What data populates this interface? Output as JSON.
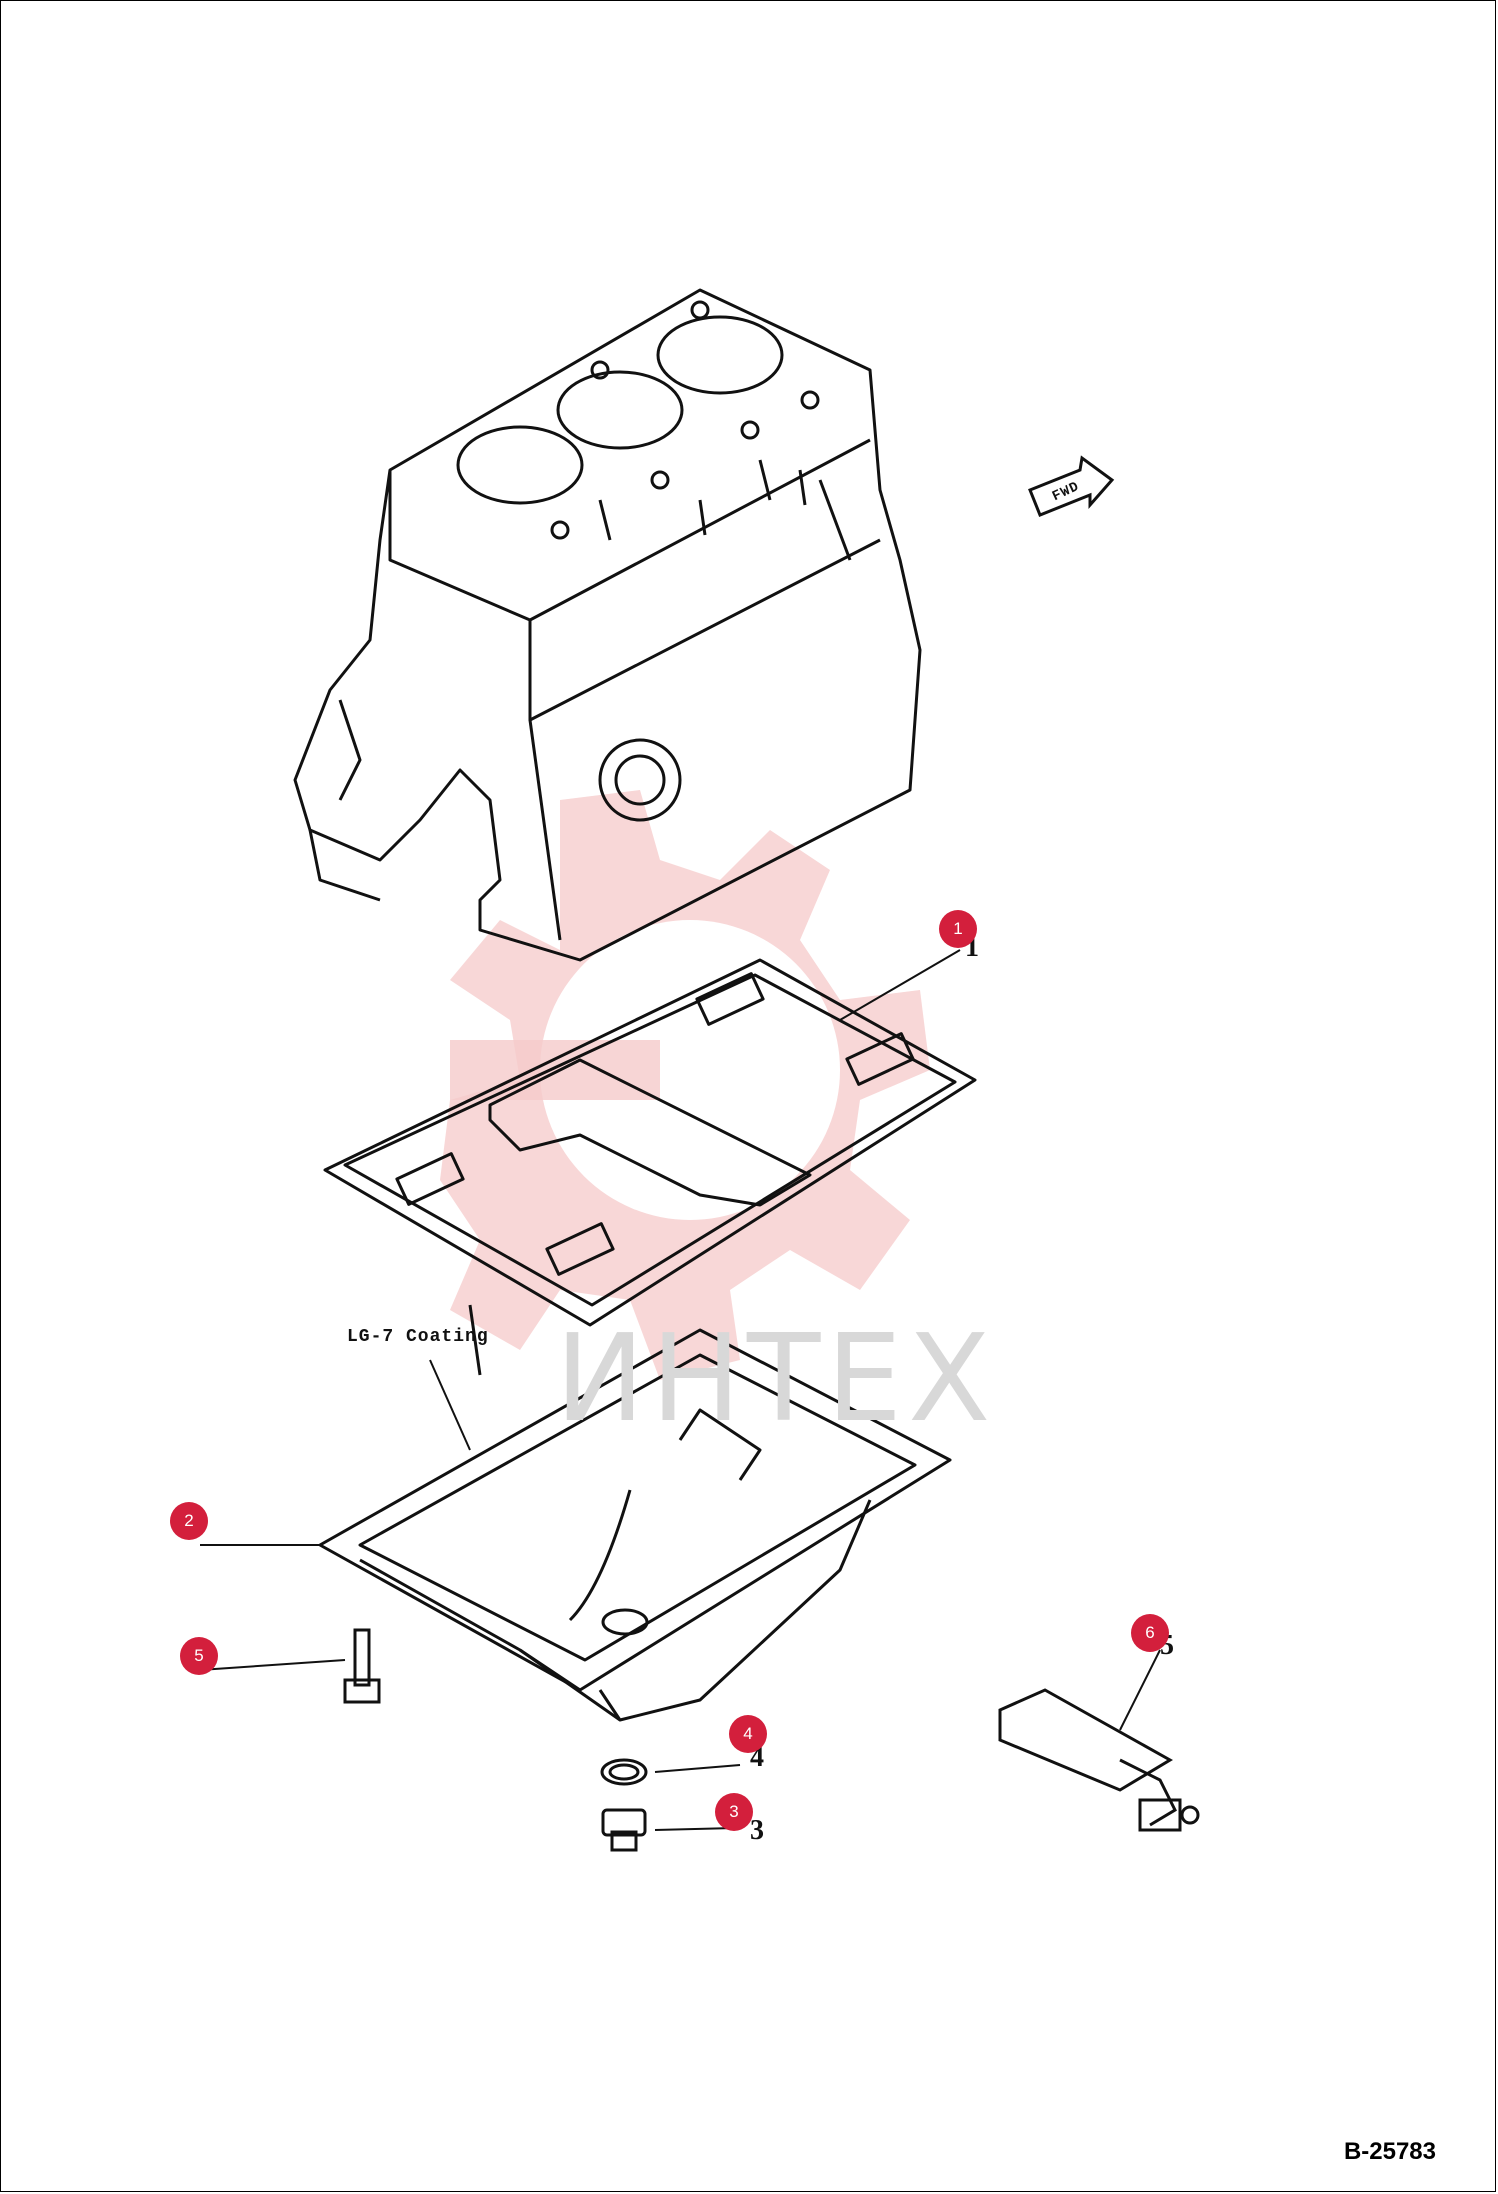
{
  "figure_number": "B-25783",
  "note_label": "LG-7 Coating",
  "fwd_label": "FWD",
  "watermark": "ИНТЕХ",
  "callouts": [
    "1",
    "2",
    "3",
    "4",
    "5",
    "6"
  ],
  "part_numbers": [
    "1",
    "4",
    "3",
    "5"
  ],
  "colors": {
    "callout": "#d31f3c",
    "watermark_gear": "#f4c6c6",
    "line": "#111111"
  }
}
